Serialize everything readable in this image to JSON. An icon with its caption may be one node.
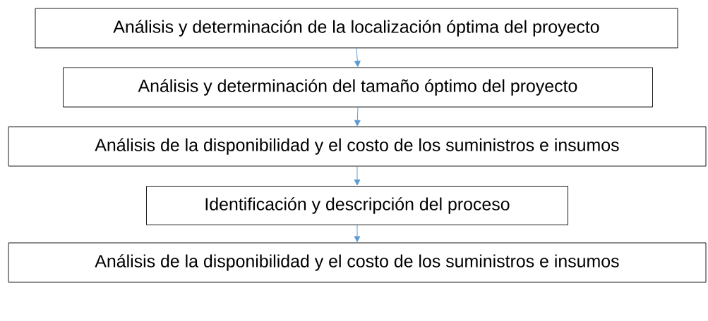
{
  "diagram": {
    "nodes": [
      {
        "text": [
          "Análisis y determinación de la localización óptima del proyecto"
        ]
      },
      {
        "text": [
          "Análisis y determinación del tamaño óptimo del proyecto"
        ]
      },
      {
        "text": [
          "Análisis de la disponibilidad y el costo de los suministros e insumos"
        ]
      },
      {
        "text": [
          "Identificación y descripción del proceso"
        ]
      },
      {
        "text": [
          "Análisis de la disponibilidad y el costo de los suministros e insumos"
        ]
      }
    ],
    "edges": [
      {
        "from": 0,
        "to": 1,
        "arrow": "to"
      },
      {
        "from": 1,
        "to": 2,
        "arrow": "to"
      },
      {
        "from": 2,
        "to": 3,
        "arrow": "to"
      },
      {
        "from": 3,
        "to": 4,
        "arrow": "to"
      }
    ]
  }
}
